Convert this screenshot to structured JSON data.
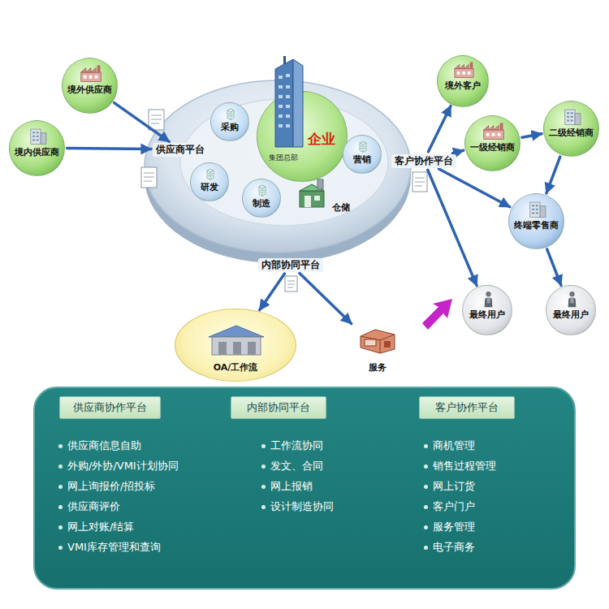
{
  "diagram": {
    "nodes": [
      {
        "text": [
          "境外供应商"
        ]
      },
      {
        "text": [
          "境内供应商"
        ]
      },
      {
        "text": [
          "供应商平台"
        ]
      },
      {
        "text": [
          "采购"
        ]
      },
      {
        "text": [
          "企业",
          "集团总部"
        ]
      },
      {
        "text": [
          "研发"
        ]
      },
      {
        "text": [
          "营销"
        ]
      },
      {
        "text": [
          "制造"
        ]
      },
      {
        "text": [
          "仓储"
        ]
      },
      {
        "text": [
          "境外客户"
        ]
      },
      {
        "text": [
          "客户协作平台"
        ]
      },
      {
        "text": [
          "一级经销商"
        ]
      },
      {
        "text": [
          "二级经销商"
        ]
      },
      {
        "text": [
          "终端零售商"
        ]
      },
      {
        "text": [
          "内部协同平台"
        ]
      },
      {
        "text": [
          "最终用户"
        ]
      },
      {
        "text": [
          "最终用户"
        ]
      },
      {
        "text": [
          "OA/工作流"
        ]
      },
      {
        "text": [
          "服务"
        ]
      },
      {
        "text": [
          "供应商协作平台"
        ]
      },
      {
        "text": [
          "内部协同平台"
        ]
      },
      {
        "text": [
          "客户协作平台"
        ]
      }
    ],
    "edges": [
      {
        "from": 0,
        "to": 2,
        "arrow": "to"
      },
      {
        "from": 1,
        "to": 2,
        "arrow": "to"
      },
      {
        "from": 10,
        "to": 9,
        "arrow": "to"
      },
      {
        "from": 10,
        "to": 11,
        "arrow": "to"
      },
      {
        "from": 11,
        "to": 12,
        "arrow": "to"
      },
      {
        "from": 12,
        "to": 13,
        "arrow": "to"
      },
      {
        "from": 10,
        "to": 13,
        "arrow": "to"
      },
      {
        "from": 10,
        "to": 15,
        "arrow": "to"
      },
      {
        "from": 13,
        "to": 16,
        "arrow": "to"
      },
      {
        "from": 14,
        "to": 17,
        "arrow": "to"
      },
      {
        "from": 14,
        "to": 18,
        "arrow": "to"
      }
    ],
    "labels": [
      "供应商信息自助",
      "外购/外协/VMI计划协同",
      "网上询报价/招投标",
      "供应商评价",
      "网上对账/结算",
      "VMI库存管理和查询",
      "工作流协同",
      "发文、合同",
      "网上报销",
      "设计制造协同",
      "商机管理",
      "销售过程管理",
      "网上订货",
      "客户门户",
      "服务管理",
      "电子商务"
    ]
  }
}
